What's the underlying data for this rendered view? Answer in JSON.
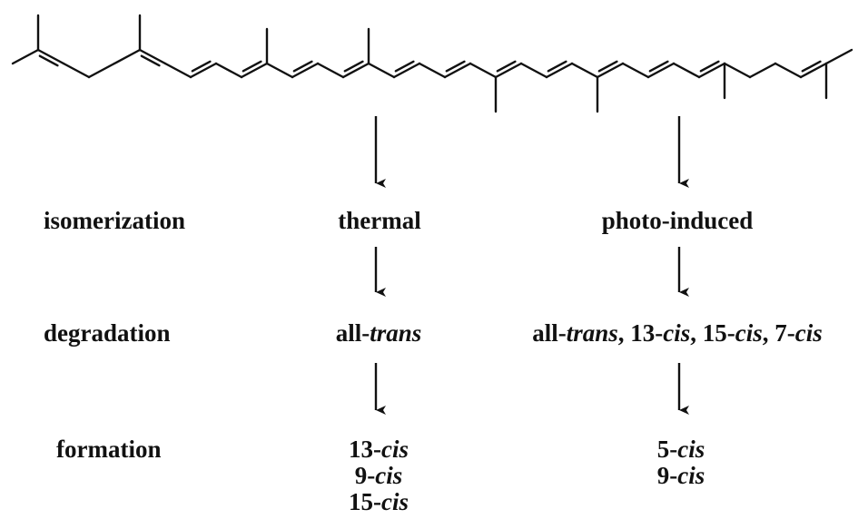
{
  "row_labels": {
    "isomerization": "isomerization",
    "degradation": "degradation",
    "formation": "formation"
  },
  "thermal": {
    "heading": "thermal",
    "degradation": [
      {
        "text": "all-",
        "italic": false
      },
      {
        "text": "trans",
        "italic": true
      }
    ],
    "formation": [
      [
        {
          "text": "13-",
          "italic": false
        },
        {
          "text": "cis",
          "italic": true
        }
      ],
      [
        {
          "text": "9-",
          "italic": false
        },
        {
          "text": "cis",
          "italic": true
        }
      ],
      [
        {
          "text": "15-",
          "italic": false
        },
        {
          "text": "cis",
          "italic": true
        }
      ]
    ]
  },
  "photo": {
    "heading": "photo-induced",
    "degradation": [
      {
        "text": "all-",
        "italic": false
      },
      {
        "text": "trans",
        "italic": true
      },
      {
        "text": ", 13-",
        "italic": false
      },
      {
        "text": "cis",
        "italic": true
      },
      {
        "text": ", 15-",
        "italic": false
      },
      {
        "text": "cis",
        "italic": true
      },
      {
        "text": ", 7-",
        "italic": false
      },
      {
        "text": "cis",
        "italic": true
      }
    ],
    "formation": [
      [
        {
          "text": "5-",
          "italic": false
        },
        {
          "text": "cis",
          "italic": true
        }
      ],
      [
        {
          "text": "9-",
          "italic": false
        },
        {
          "text": "cis",
          "italic": true
        }
      ]
    ]
  },
  "colors": {
    "ink": "#111111",
    "background": "#ffffff"
  }
}
